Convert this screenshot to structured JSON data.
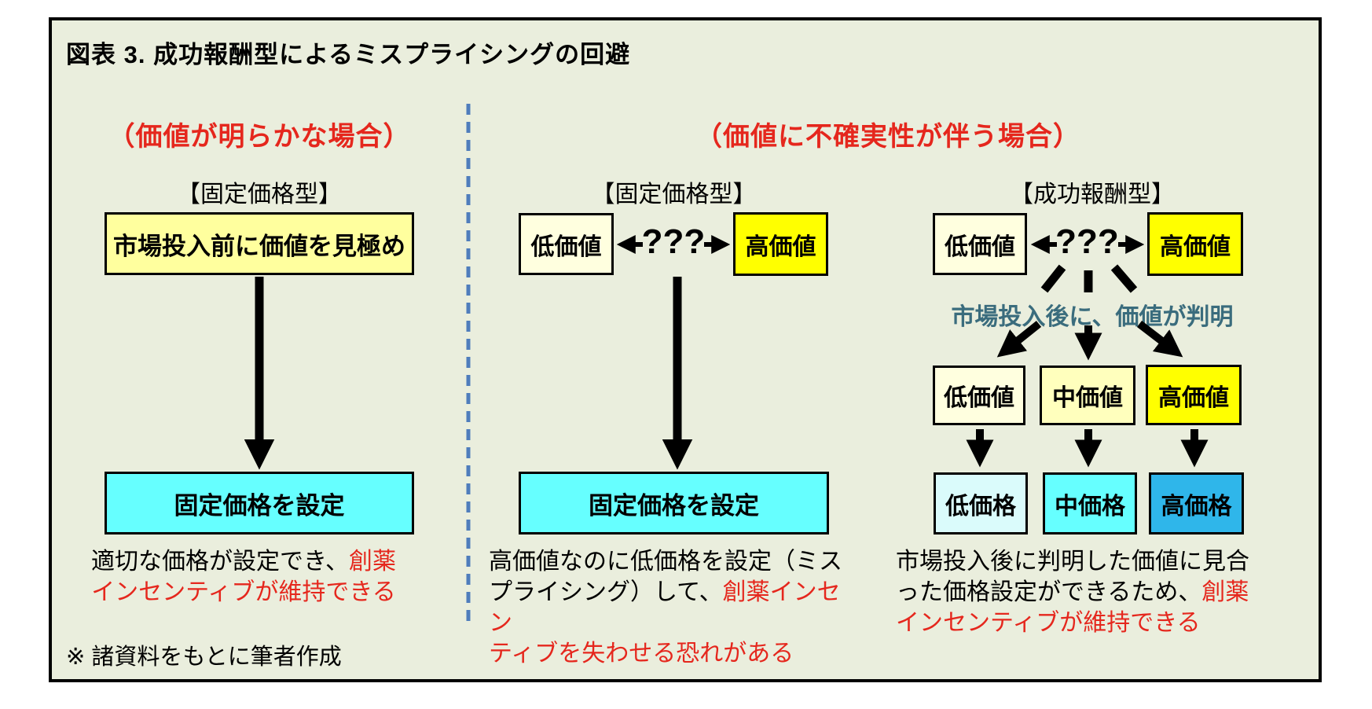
{
  "title": "図表 3.  成功報酬型によるミスプライシングの回避",
  "left": {
    "header": "（価値が明らかな場合）",
    "type_label": "【固定価格型】",
    "top_box": "市場投入前に価値を見極め",
    "result_box": "固定価格を設定",
    "caption_black": "適切な価格が設定でき、",
    "caption_red": "創薬\nインセンティブが維持できる"
  },
  "uncertain": {
    "header": "（価値に不確実性が伴う場合）",
    "fixed": {
      "type_label": "【固定価格型】",
      "low_box": "低価値",
      "question": "???",
      "high_box": "高価値",
      "result_box": "固定価格を設定",
      "caption_black": "高価値なのに低価格を設定（ミス\nプライシング）して、",
      "caption_red": "創薬インセン\nティブを失わせる恐れがある"
    },
    "success": {
      "type_label": "【成功報酬型】",
      "low_box": "低価値",
      "question": "???",
      "high_box": "高価値",
      "reveal_note": "市場投入後に、価値が判明",
      "value_boxes": [
        "低価値",
        "中価値",
        "高価値"
      ],
      "price_boxes": [
        "低価格",
        "中価格",
        "高価格"
      ],
      "caption_black": "市場投入後に判明した価値に見合\nった価格設定ができるため、",
      "caption_red": "創薬\nインセンティブが維持できる"
    }
  },
  "footer_note": "※ 諸資料をもとに筆者作成",
  "colors": {
    "canvas_background": "#eaeedd",
    "frame_border": "#000000",
    "accent_red": "#e5271d",
    "teal_note_text": "#3a6c7d",
    "divider_blue": "#4f7dbc",
    "pale_yellow_box": "#ffff9e",
    "cream_yellow_box": "#ffffdf",
    "mid_yellow_box": "#ffffbd",
    "bright_yellow_box": "#ffff00",
    "cyan_box": "#66ffff",
    "pale_cyan_box": "#dafbfb",
    "deep_blue_box": "#2fb6ea"
  }
}
